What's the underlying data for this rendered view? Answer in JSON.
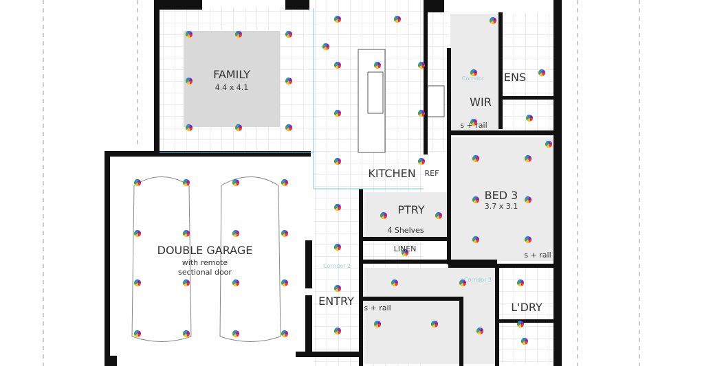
{
  "rooms": {
    "family": {
      "name": "FAMILY",
      "size": "4.4 x 4.1"
    },
    "garage": {
      "name": "DOUBLE GARAGE",
      "line1": "with remote",
      "line2": "sectional door"
    },
    "kitchen": {
      "name": "KITCHEN"
    },
    "ref": {
      "name": "REF"
    },
    "pantry": {
      "name": "PTRY",
      "note": "4 Shelves"
    },
    "linen": {
      "name": "LINEN"
    },
    "wir": {
      "name": "WIR",
      "note": "s + rail"
    },
    "ensuite": {
      "name": "ENS"
    },
    "bed3": {
      "name": "BED 3",
      "size": "3.7 x 3.1",
      "note": "s + rail"
    },
    "laundry": {
      "name": "L'DRY"
    },
    "entry": {
      "name": "ENTRY"
    },
    "bed_robe": {
      "note": "s + rail"
    },
    "corridor1": {
      "name": "Corridor"
    },
    "corridor2": {
      "name": "Corridor 2"
    },
    "corridor3": {
      "name": "Corridor 3"
    }
  },
  "colors": {
    "wall": "#111111",
    "rug": "#d9d9d9",
    "floor": "#ebebeb",
    "outline": "#6fcfcf",
    "light_marker": "multicolor"
  }
}
